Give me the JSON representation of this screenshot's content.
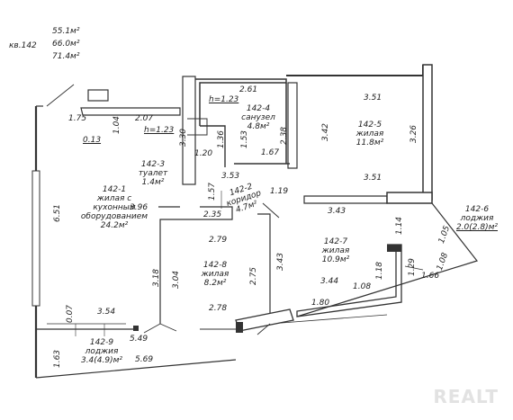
{
  "header": {
    "apartment": "кв.142",
    "area_living": "55.1м²",
    "area_total": "66.0м²",
    "area_with_balconies": "71.4м²"
  },
  "rooms": {
    "r1": {
      "id": "142-1",
      "l1": "жилая с",
      "l2": "кухонным",
      "l3": "оборудованием",
      "area": "24.2м²"
    },
    "r2": {
      "id": "142-2",
      "name": "коридор",
      "area": "4.7м²"
    },
    "r3": {
      "id": "142-3",
      "name": "туалет",
      "area": "1.4м²"
    },
    "r4": {
      "id": "142-4",
      "name": "санузел",
      "area": "4.8м²"
    },
    "r5": {
      "id": "142-5",
      "name": "жилая",
      "area": "11.8м²"
    },
    "r6": {
      "id": "142-6",
      "name": "лоджия",
      "area": "2.0(2.8)м²"
    },
    "r7": {
      "id": "142-7",
      "name": "жилая",
      "area": "10.9м²"
    },
    "r8": {
      "id": "142-8",
      "name": "жилая",
      "area": "8.2м²"
    },
    "r9": {
      "id": "142-9",
      "name": "лоджия",
      "area": "3.4(4.9)м²"
    }
  },
  "dims": {
    "d261": "2.61",
    "h123a": "h=1.23",
    "d175": "1.75",
    "d207": "2.07",
    "d104": "1.04",
    "d013": "0.13",
    "h123b": "h=1.23",
    "d330": "3.30",
    "d136": "1.36",
    "d153": "1.53",
    "d238": "2.38",
    "d120": "1.20",
    "d167": "1.67",
    "d353": "3.53",
    "d351a": "3.51",
    "d342": "3.42",
    "d326": "3.26",
    "d351b": "3.51",
    "d119": "1.19",
    "d157": "1.57",
    "d396": "3.96",
    "d651": "6.51",
    "d235": "2.35",
    "d343a": "3.43",
    "d114": "1.14",
    "d105": "1.05",
    "d279": "2.79",
    "d343b": "3.43",
    "d108a": "1.08",
    "d318": "3.18",
    "d304": "3.04",
    "d275": "2.75",
    "d344": "3.44",
    "d118": "1.18",
    "d129": "1.29",
    "d108b": "1.08",
    "d166": "1.66",
    "d180": "1.80",
    "d007": "0.07",
    "d354": "3.54",
    "d278": "2.78",
    "d549": "5.49",
    "d163": "1.63",
    "d569": "5.69"
  },
  "watermark": "REALT"
}
